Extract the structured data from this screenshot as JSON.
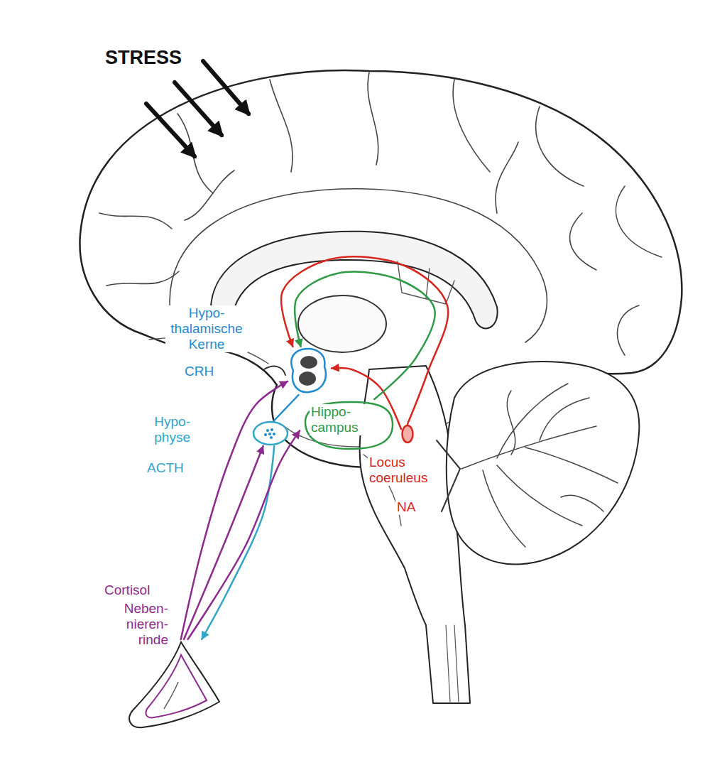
{
  "diagram": {
    "nodes": [
      {
        "text": [
          "Hypo- thalamische Kerne",
          "CRH"
        ]
      },
      {
        "text": [
          "Hypo- physe",
          "ACTH"
        ]
      },
      {
        "text": [
          "Hippo- campus"
        ]
      },
      {
        "text": [
          "Locus coeruleus",
          "NA"
        ]
      },
      {
        "text": [
          "Cortisol",
          "Neben- nieren- rinde"
        ]
      }
    ],
    "edges": [
      {
        "from": 0,
        "to": 1,
        "arrow": "none"
      },
      {
        "from": 1,
        "to": 4,
        "arrow": "to"
      },
      {
        "from": 4,
        "to": 0,
        "arrow": "to"
      },
      {
        "from": 4,
        "to": 1,
        "arrow": "to"
      },
      {
        "from": 4,
        "to": 2,
        "arrow": "to"
      },
      {
        "from": 3,
        "to": 0,
        "arrow": "to"
      },
      {
        "from": 2,
        "to": 0,
        "arrow": "to"
      },
      {
        "from": 3,
        "to": 0,
        "arrow": "to"
      }
    ],
    "labels": [
      "STRESS"
    ]
  }
}
